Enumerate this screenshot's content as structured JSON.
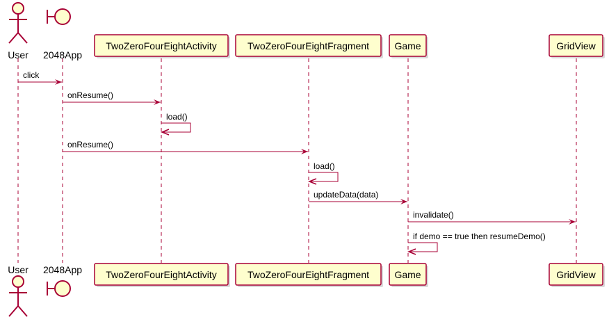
{
  "colors": {
    "box_fill": "#FEFECE",
    "box_stroke": "#A80036",
    "lifeline": "#A80036",
    "arrow": "#A80036",
    "text": "#000000"
  },
  "participants": [
    {
      "id": "user",
      "name": "User",
      "kind": "actor"
    },
    {
      "id": "app",
      "name": "2048App",
      "kind": "boundary"
    },
    {
      "id": "activity",
      "name": "TwoZeroFourEightActivity",
      "kind": "box"
    },
    {
      "id": "fragment",
      "name": "TwoZeroFourEightFragment",
      "kind": "box"
    },
    {
      "id": "game",
      "name": "Game",
      "kind": "box"
    },
    {
      "id": "gridview",
      "name": "GridView",
      "kind": "box"
    }
  ],
  "messages": [
    {
      "from": "user",
      "to": "app",
      "label": "click"
    },
    {
      "from": "app",
      "to": "activity",
      "label": "onResume()"
    },
    {
      "from": "activity",
      "to": "activity",
      "label": "load()"
    },
    {
      "from": "app",
      "to": "fragment",
      "label": "onResume()"
    },
    {
      "from": "fragment",
      "to": "fragment",
      "label": "load()"
    },
    {
      "from": "fragment",
      "to": "game",
      "label": "updateData(data)"
    },
    {
      "from": "game",
      "to": "gridview",
      "label": "invalidate()"
    },
    {
      "from": "game",
      "to": "game",
      "label": "if demo == true then resumeDemo()"
    }
  ]
}
